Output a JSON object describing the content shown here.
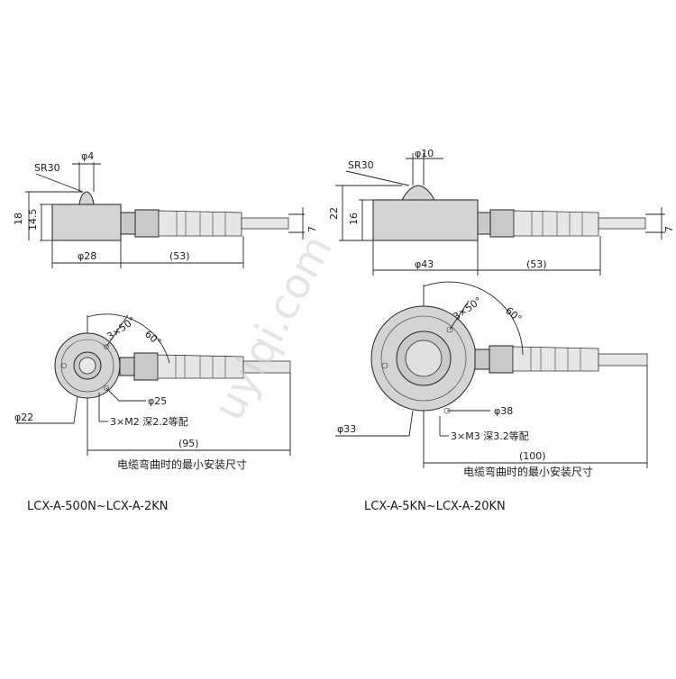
{
  "left": {
    "model": "LCX-A-500N~LCX-A-2KN",
    "side": {
      "sr": "SR30",
      "tip": "φ4",
      "height": "18",
      "inner_height": "14.5",
      "body_dia": "φ28",
      "cable_len": "(53)",
      "cable_dia": "7"
    },
    "top": {
      "holes": "3×50°",
      "angle": "60°",
      "pcd": "φ25",
      "screw": "3×M2 深2.2等配",
      "outer": "φ22",
      "min_len": "(95)",
      "note": "电缆弯曲时的最小安装尺寸"
    }
  },
  "right": {
    "model": "LCX-A-5KN~LCX-A-20KN",
    "side": {
      "sr": "SR30",
      "tip": "φ10",
      "height": "22",
      "inner_height": "16",
      "body_dia": "φ43",
      "cable_len": "(53)",
      "cable_dia": "7"
    },
    "top": {
      "holes": "3×50°",
      "angle": "60°",
      "pcd": "φ38",
      "screw": "3×M3 深3.2等配",
      "outer": "φ33",
      "min_len": "(100)",
      "note": "电缆弯曲时的最小安装尺寸"
    }
  },
  "watermark": "uyiqi.com"
}
